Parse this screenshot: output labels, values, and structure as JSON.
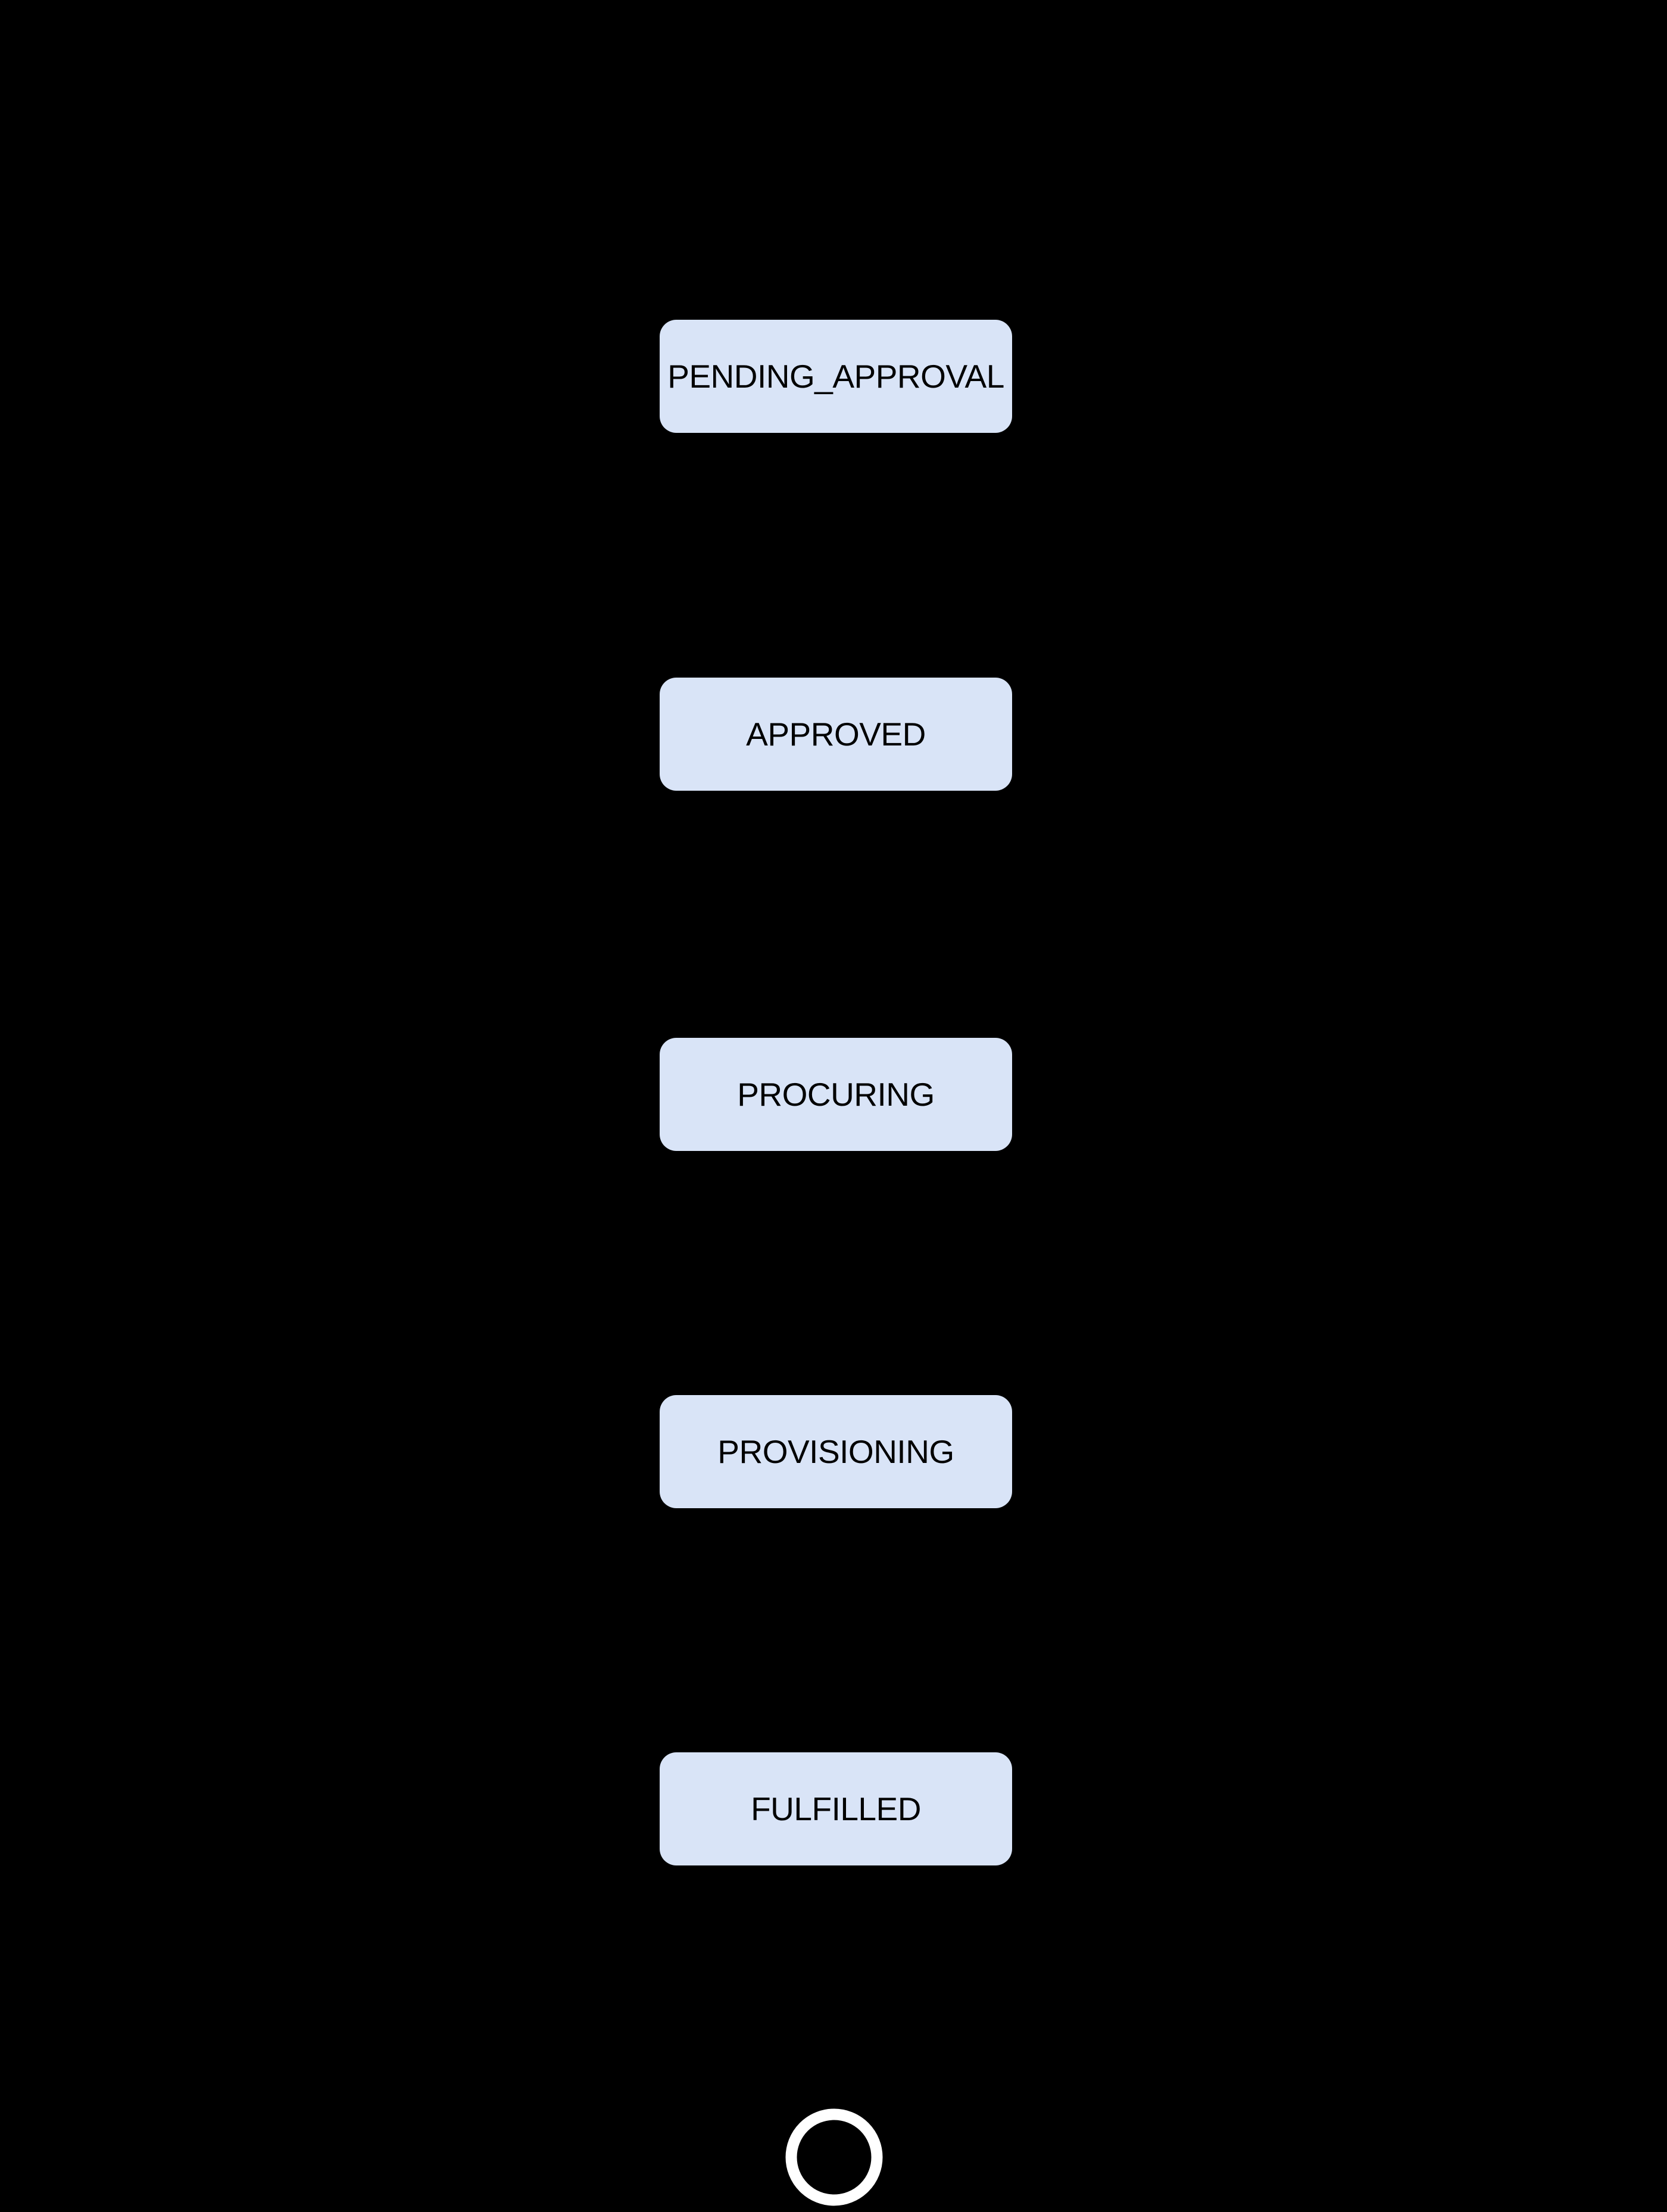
{
  "diagram": {
    "type": "state-flow",
    "colors": {
      "background": "#000000",
      "node_fill": "#d9e4f7",
      "node_text": "#000000",
      "end_ring": "#ffffff"
    },
    "states": [
      {
        "id": "pending-approval",
        "label": "PENDING_APPROVAL"
      },
      {
        "id": "approved",
        "label": "APPROVED"
      },
      {
        "id": "procuring",
        "label": "PROCURING"
      },
      {
        "id": "provisioning",
        "label": "PROVISIONING"
      },
      {
        "id": "fulfilled",
        "label": "FULFILLED"
      }
    ],
    "end_state": {
      "icon": "end-state-circle"
    }
  }
}
